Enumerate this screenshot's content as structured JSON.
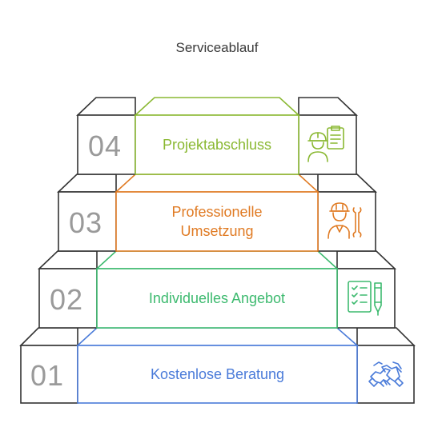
{
  "title": "Serviceablauf",
  "steps": [
    {
      "number": "01",
      "label": "Kostenlose Beratung",
      "color": "#4a7bd9",
      "icon": "handshake-icon"
    },
    {
      "number": "02",
      "label": "Individuelles Angebot",
      "color": "#3dba6f",
      "icon": "checklist-pen-icon"
    },
    {
      "number": "03",
      "label": "Professionelle Umsetzung",
      "color": "#e07b24",
      "icon": "worker-wrench-icon"
    },
    {
      "number": "04",
      "label": "Projektabschluss",
      "color": "#8ab832",
      "icon": "engineer-clipboard-icon"
    }
  ]
}
